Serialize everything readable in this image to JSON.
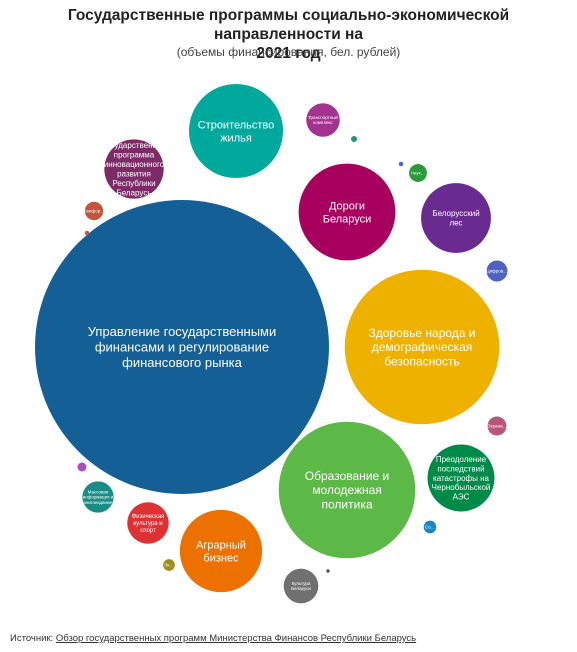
{
  "header": {
    "title_line1": "Государственные программы социально-экономической направленности на",
    "title_line2": "2021 год",
    "subtitle": "(объемы финансирования, бел. рублей)"
  },
  "footer": {
    "source_label": "Источник:",
    "source_link": "Обзор государственных программ Министерства Финансов Республики Беларусь"
  },
  "chart_data": {
    "type": "bubble",
    "bubbles": [
      {
        "label": "Управление государственными финансами и регулирование финансового рынка",
        "lines": [
          "Управление государственными",
          "финансами и регулирование",
          "финансового рынка"
        ],
        "value": 21600,
        "color": "#135f96"
      },
      {
        "label": "Здоровье народа и демографическая безопасность",
        "lines": [
          "Здоровье народа и",
          "демографическая",
          "безопасность"
        ],
        "value": 5970,
        "color": "#efb100"
      },
      {
        "label": "Образование и молодежная политика",
        "lines": [
          "Образование и",
          "молодежная",
          "политика"
        ],
        "value": 4660,
        "color": "#5cb847"
      },
      {
        "label": "Дороги Беларуси",
        "lines": [
          "Дороги",
          "Беларуси"
        ],
        "value": 2340,
        "color": "#a8005e"
      },
      {
        "label": "Строительство жилья",
        "lines": [
          "Строительство",
          "жилья"
        ],
        "value": 2210,
        "color": "#01a99d"
      },
      {
        "label": "Аграрный бизнес",
        "lines": [
          "Аграрный",
          "бизнес"
        ],
        "value": 1690,
        "color": "#ec7100"
      },
      {
        "label": "Белорусский лес",
        "lines": [
          "Белорусский",
          "лес"
        ],
        "value": 1220,
        "color": "#6a2b91"
      },
      {
        "label": "Преодоление последствий катастрофы на Чернобыльской АЭС",
        "lines": [
          "Преодоление",
          "последствий",
          "катастрофы на",
          "Чернобыльской",
          "АЭС"
        ],
        "value": 1120,
        "color": "#008a49"
      },
      {
        "label": "Государственная программа инновационного развития Республики Беларусь",
        "lines": [
          "Государственная",
          "программа",
          "инновационного",
          "развития",
          "Республики",
          "Беларусь"
        ],
        "value": 880,
        "color": "#7c2b66"
      },
      {
        "label": "Физическая культура и спорт",
        "lines": [
          "Физическая",
          "культура и",
          "спорт"
        ],
        "value": 430,
        "color": "#dd3134"
      },
      {
        "label": "Культура Беларуси",
        "lines": [
          "Культура",
          "Беларуси"
        ],
        "value": 300,
        "color": "#707070"
      },
      {
        "label": "Транспортный комплекс",
        "lines": [
          "Транспортный",
          "комплекс"
        ],
        "value": 280,
        "color": "#a43390"
      },
      {
        "label": "Массовая информация и книгоиздание",
        "lines": [
          "Массовая",
          "информация и",
          "книгоиздание"
        ],
        "value": 245,
        "color": "#1a8c85"
      },
      {
        "label": "Цифров…",
        "lines": [
          "Цифров…"
        ],
        "value": 110,
        "color": "#4f62c2"
      },
      {
        "label": "Охрана…",
        "lines": [
          "Охрана…"
        ],
        "value": 90,
        "color": "#b9577a"
      },
      {
        "label": "Комфор…",
        "lines": [
          "Комфор…"
        ],
        "value": 85,
        "color": "#c2543a"
      },
      {
        "label": "Наук…",
        "lines": [
          "Наук…"
        ],
        "value": 80,
        "color": "#2b9a3a"
      },
      {
        "label": "Со…",
        "lines": [
          "Со…"
        ],
        "value": 40,
        "color": "#1a86c4"
      },
      {
        "label": "Эк…",
        "lines": [
          "Эк…"
        ],
        "value": 35,
        "color": "#9a8f1a"
      },
      {
        "label": "",
        "lines": [],
        "value": 20,
        "color": "#a34fbe"
      },
      {
        "label": "",
        "lines": [],
        "value": 9,
        "color": "#1f9b6a"
      },
      {
        "label": "",
        "lines": [],
        "value": 5,
        "color": "#3a6fd0"
      },
      {
        "label": "",
        "lines": [],
        "value": 5,
        "color": "#c05a4a"
      },
      {
        "label": "",
        "lines": [],
        "value": 3,
        "color": "#555555"
      }
    ]
  }
}
